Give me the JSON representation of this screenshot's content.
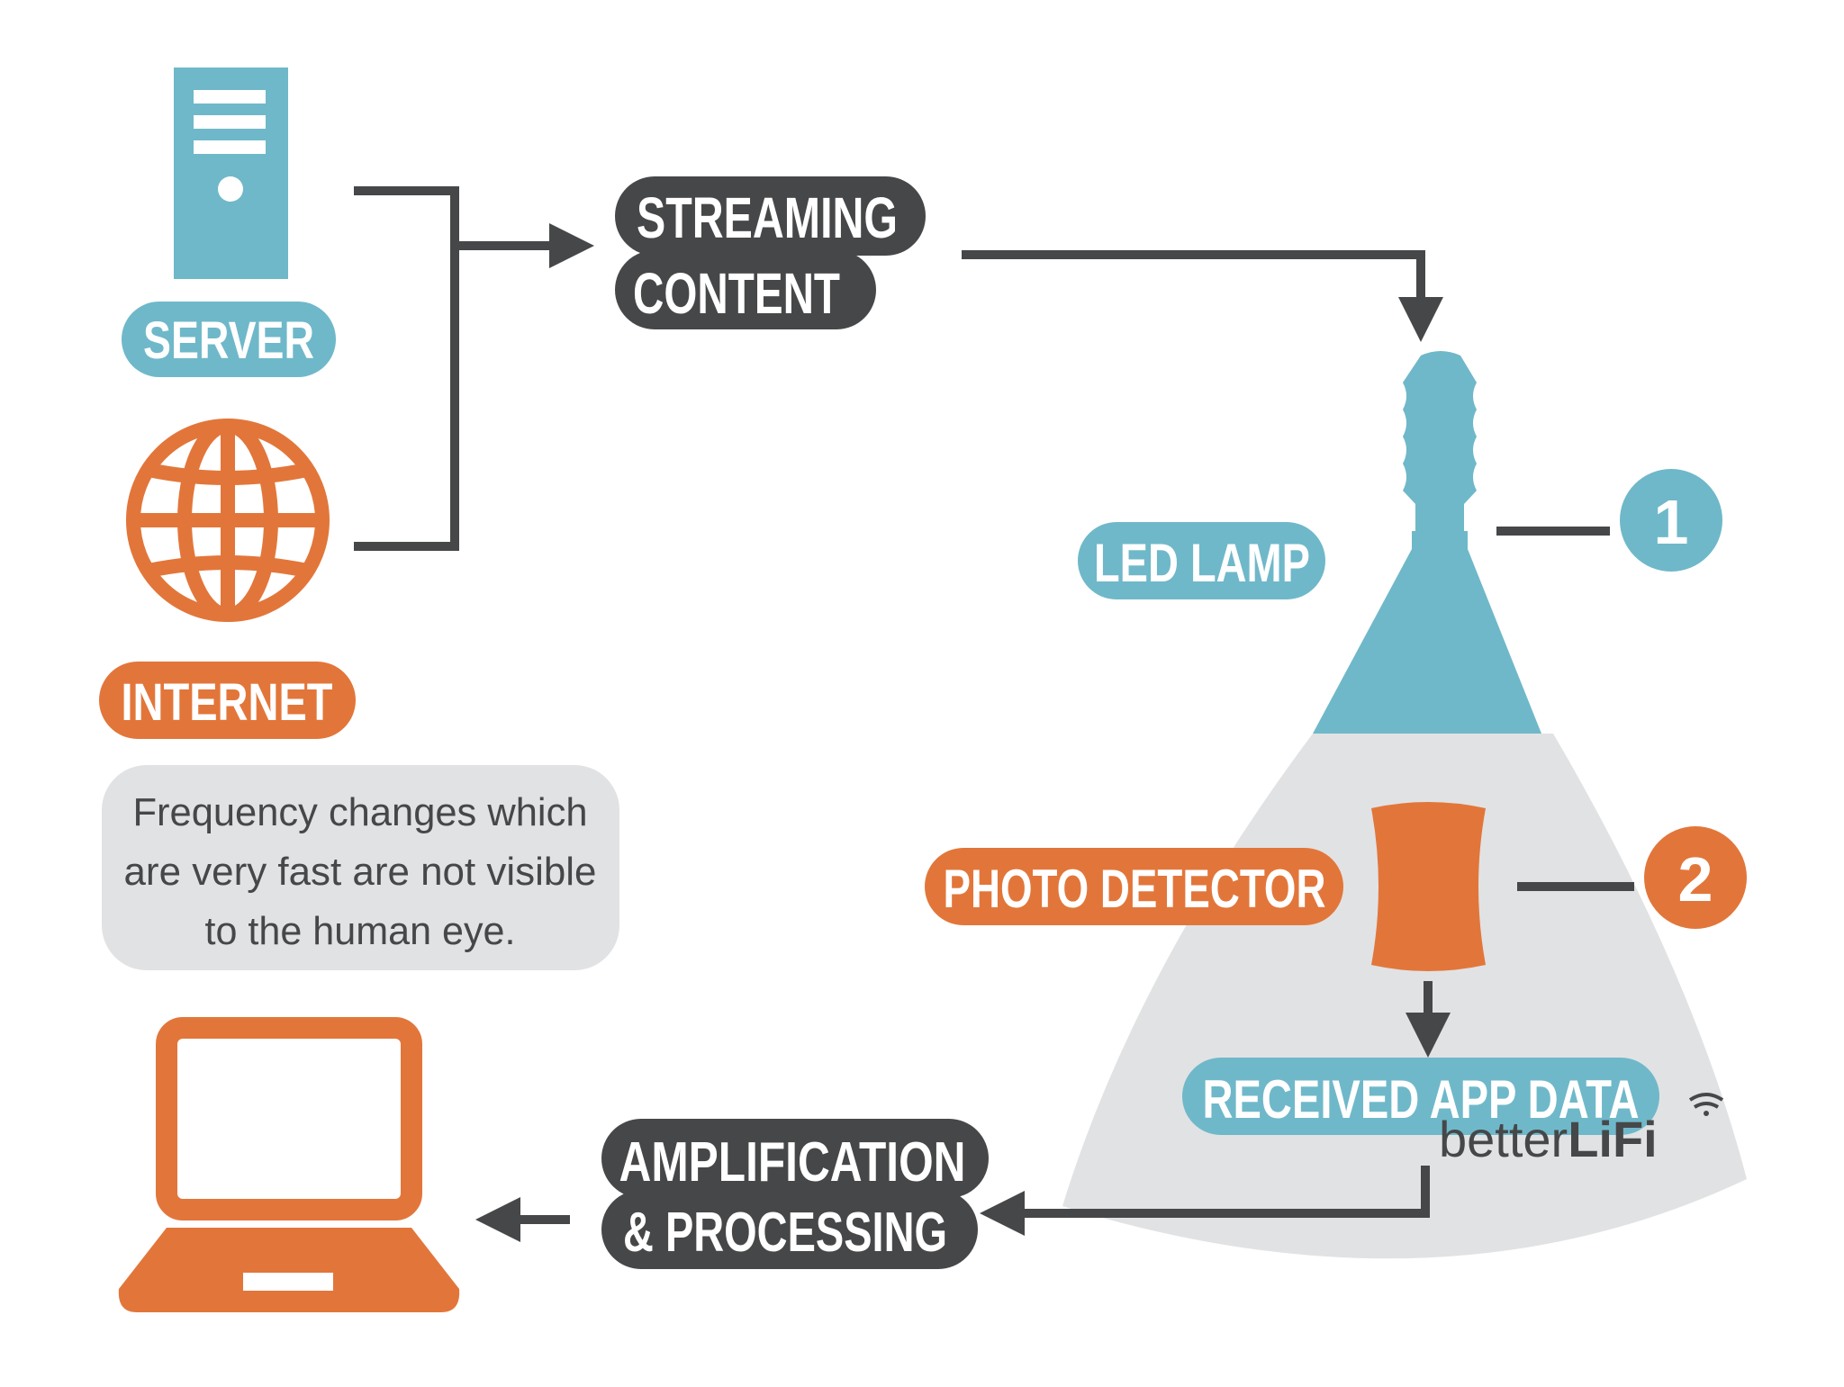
{
  "colors": {
    "blue": "#6fb8c9",
    "orange": "#e2763a",
    "dark": "#464749",
    "light_gray": "#e1e2e4",
    "white": "#ffffff"
  },
  "icons": {
    "server": "server-icon",
    "internet": "globe-icon",
    "lamp": "led-lamp-icon",
    "detector": "photo-detector-icon",
    "laptop": "laptop-icon",
    "brand": "wifi-icon"
  },
  "labels": {
    "server": "SERVER",
    "internet": "INTERNET",
    "streaming_line1": "STREAMING",
    "streaming_line2": "CONTENT",
    "led_lamp": "LED LAMP",
    "photo_detector": "PHOTO DETECTOR",
    "received_app_data": "RECEIVED APP DATA",
    "amplification_line1": "AMPLIFICATION",
    "amplification_line2": "& PROCESSING",
    "step_1": "1",
    "step_2": "2"
  },
  "note": {
    "line1": "Frequency changes which",
    "line2": "are very fast are not visible",
    "line3": "to the human eye."
  },
  "brand": {
    "prefix": "better",
    "suffix": "LiFi"
  }
}
